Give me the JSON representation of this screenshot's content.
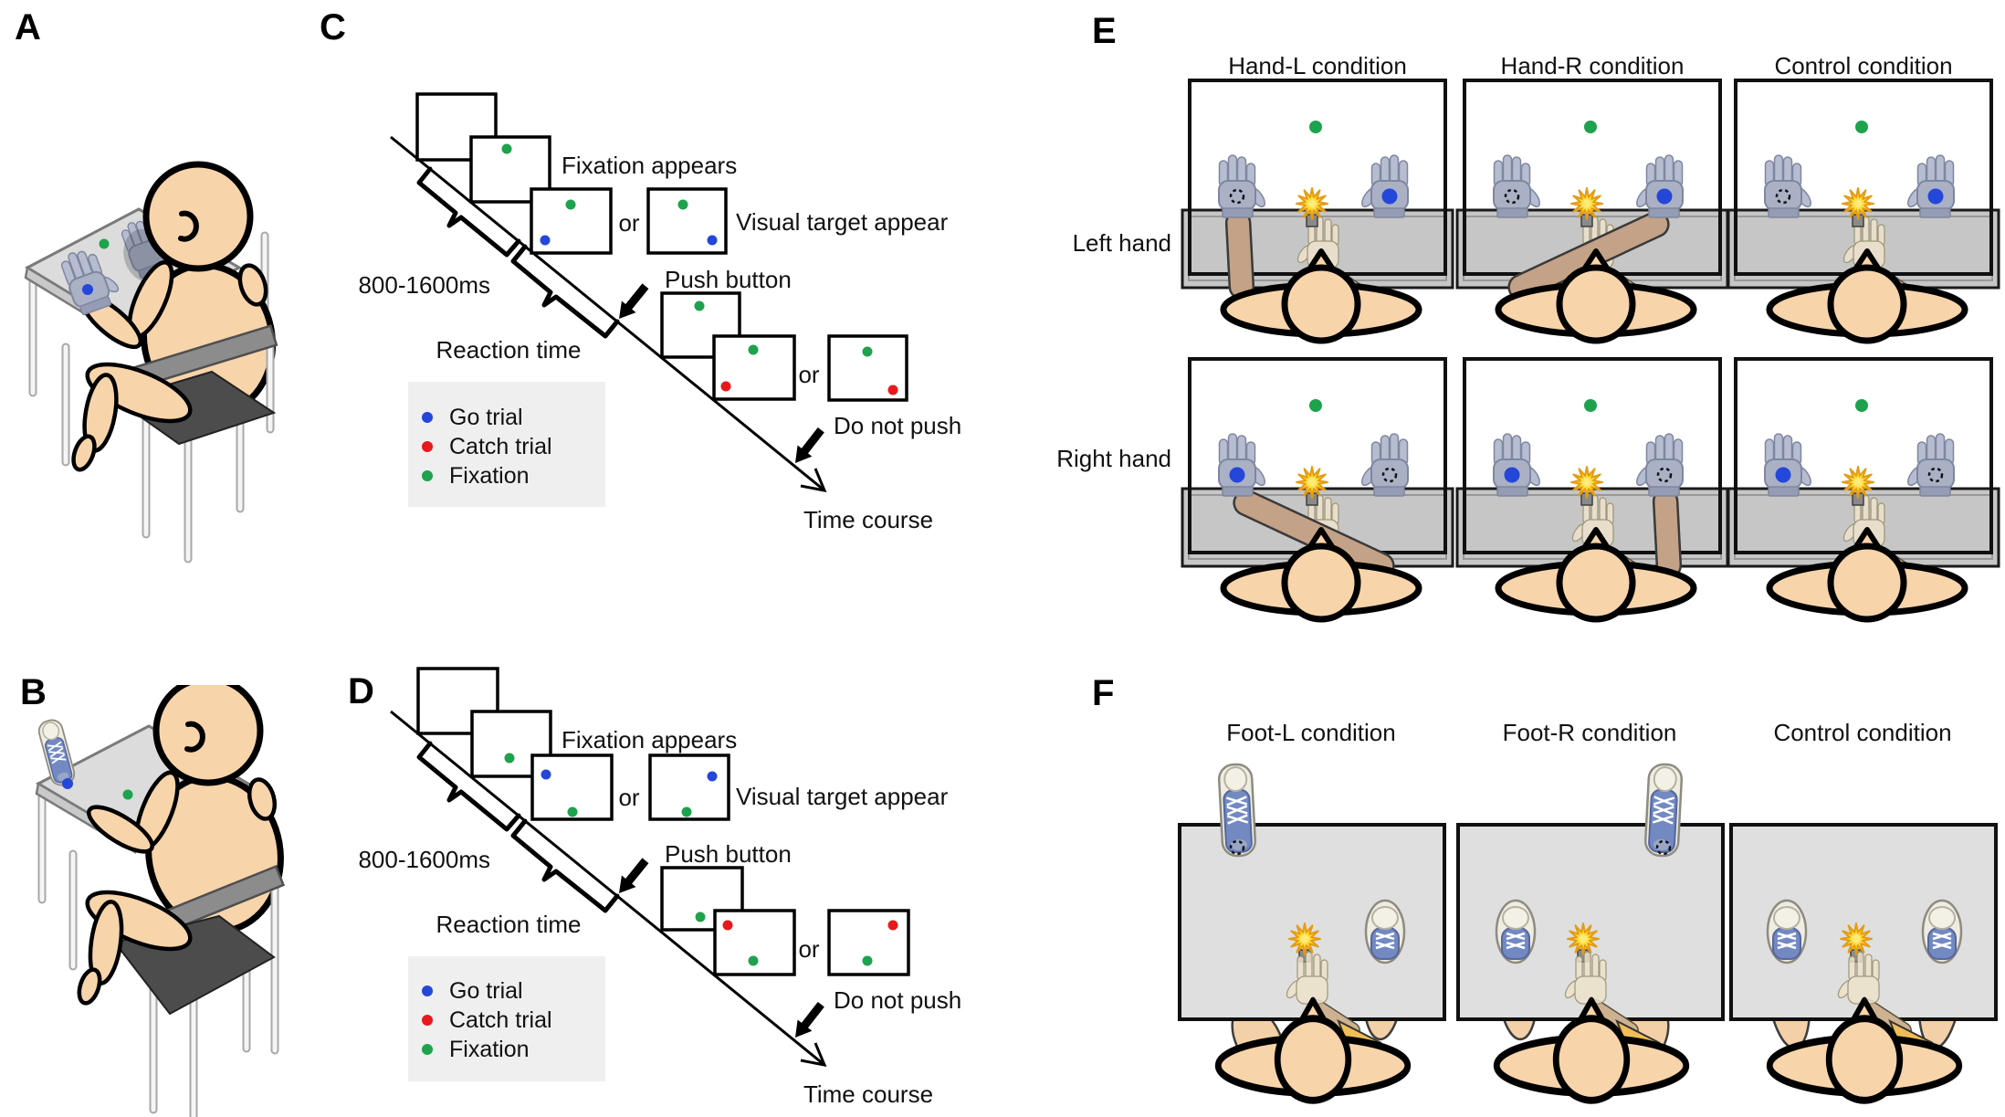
{
  "colors": {
    "go_blue": "#2447d9",
    "catch_red": "#e8191d",
    "fixation_green": "#1ea24d",
    "starburst_yellow": "#ffd21e",
    "glove_gray": "#aab1c5",
    "skin": "#f8d4ab",
    "table_gray": "#c6c6c6",
    "screen_white": "#ffffff"
  },
  "markers": {
    "go_target": "blue-dot",
    "catch_target": "red-dot",
    "fixation": "green-dot",
    "vibration_stimulus": "yellow-starburst-icon",
    "stimulated_location": "dotted-circle-icon"
  },
  "panelA": {
    "label": "A"
  },
  "panelB": {
    "label": "B"
  },
  "panelC": {
    "label": "C",
    "fixation_appears": "Fixation appears",
    "or_first": "or",
    "visual_target": "Visual target appear",
    "interval": "800-1600ms",
    "push_button": "Push button",
    "reaction_time": "Reaction time",
    "or_second": "or",
    "do_not_push": "Do not push",
    "time_course": "Time course",
    "legend": {
      "go": "Go trial",
      "catch": "Catch trial",
      "fixation": "Fixation"
    }
  },
  "panelD": {
    "label": "D",
    "fixation_appears": "Fixation appears",
    "or_first": "or",
    "visual_target": "Visual target appear",
    "interval": "800-1600ms",
    "push_button": "Push button",
    "reaction_time": "Reaction time",
    "or_second": "or",
    "do_not_push": "Do not push",
    "time_course": "Time course",
    "legend": {
      "go": "Go trial",
      "catch": "Catch trial",
      "fixation": "Fixation"
    }
  },
  "panelE": {
    "label": "E",
    "col1": "Hand-L condition",
    "col2": "Hand-R condition",
    "col3": "Control condition",
    "row1": "Left hand",
    "row2": "Right hand"
  },
  "panelF": {
    "label": "F",
    "col1": "Foot-L condition",
    "col2": "Foot-R condition",
    "col3": "Control condition"
  }
}
